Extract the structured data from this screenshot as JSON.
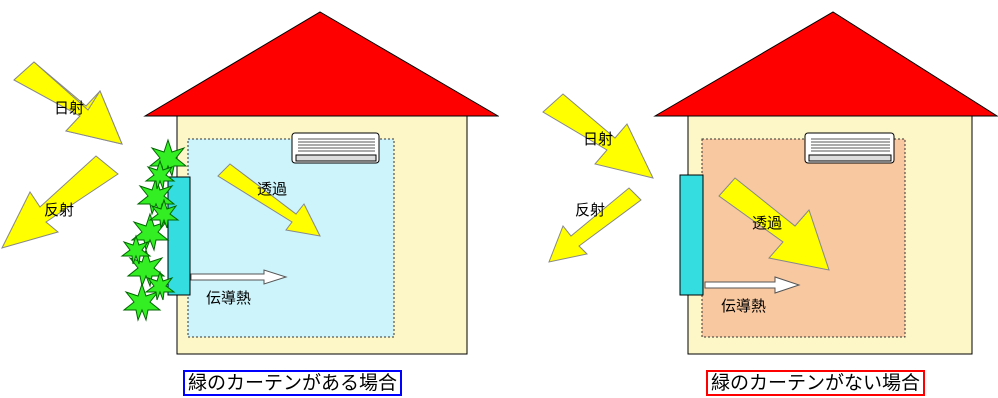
{
  "left": {
    "caption": "緑のカーテンがある場合",
    "caption_border_color": "#0000ff",
    "room_color": "#ccf4fa",
    "labels": {
      "sun": "日射",
      "reflect": "反射",
      "transmit": "透過",
      "conduct": "伝導熱"
    }
  },
  "right": {
    "caption": "緑のカーテンがない場合",
    "caption_border_color": "#ff0000",
    "room_color": "#f8c8a0",
    "labels": {
      "sun": "日射",
      "reflect": "反射",
      "transmit": "透過",
      "conduct": "伝導熱"
    }
  },
  "colors": {
    "roof": "#ff0000",
    "wall": "#fdf7c8",
    "arrow": "#ffff00",
    "window": "#33dde0",
    "leaf": "#33ee22"
  },
  "icons": [
    "air-conditioner-icon",
    "plant-leaf-icon"
  ]
}
